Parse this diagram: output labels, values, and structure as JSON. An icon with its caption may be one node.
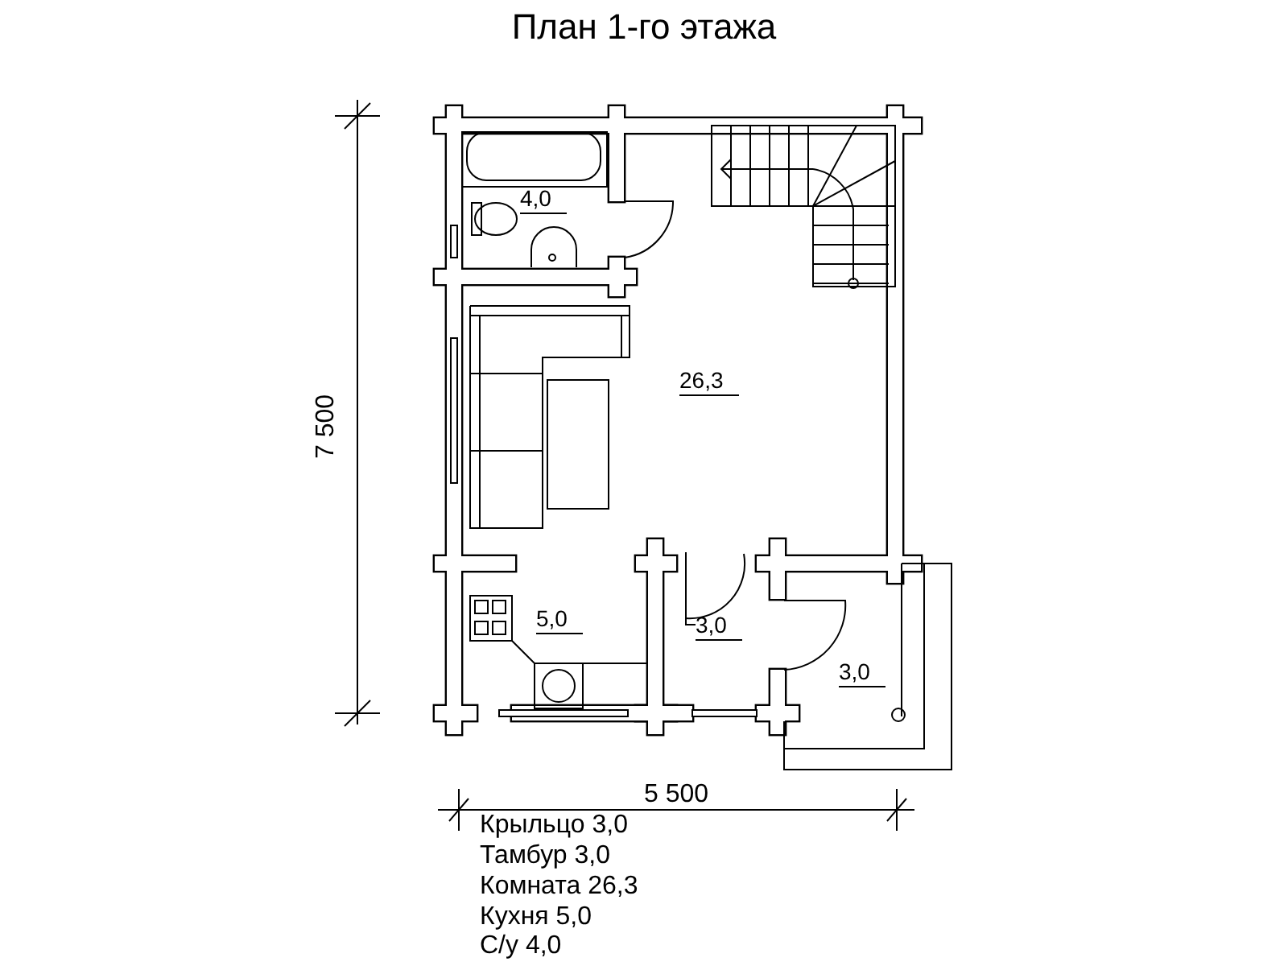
{
  "diagram": {
    "title": "План 1-го этажа",
    "labels": [
      "4,0",
      "26,3",
      "7 500",
      "5,0",
      "3,0",
      "3,0",
      "5 500",
      "Крыльцо 3,0",
      "Тамбур 3,0",
      "Комната 26,3",
      "Кухня 5,0",
      "С/у 4,0"
    ]
  }
}
